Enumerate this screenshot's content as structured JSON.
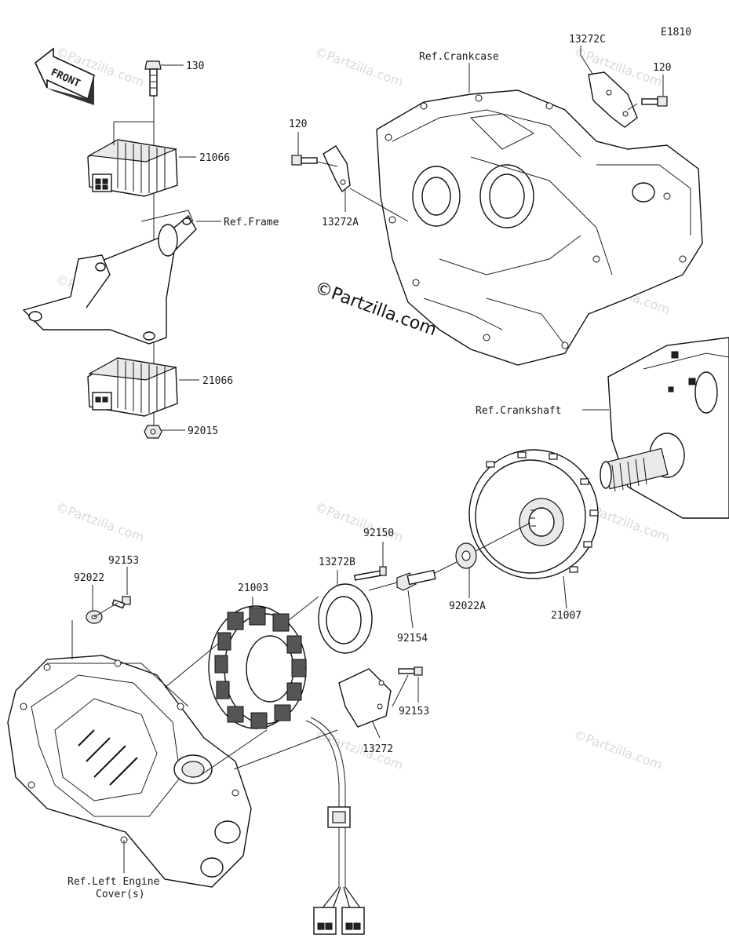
{
  "diagram_code": "E1810",
  "front_arrow_label": "FRONT",
  "copyright": "©Partzilla.com",
  "watermark": "©Partzilla.com",
  "labels": {
    "p130": "130",
    "p21066_top": "21066",
    "ref_frame": "Ref.Frame",
    "p21066_bottom": "21066",
    "p92015": "92015",
    "ref_crankcase": "Ref.Crankcase",
    "p13272c": "13272C",
    "p120_right": "120",
    "p120_left": "120",
    "p13272a": "13272A",
    "ref_crankshaft": "Ref.Crankshaft",
    "p92150": "92150",
    "p92153_left": "92153",
    "p92022": "92022",
    "p13272b": "13272B",
    "p21003": "21003",
    "p92154": "92154",
    "p92022a": "92022A",
    "p21007": "21007",
    "p92153_right": "92153",
    "p13272": "13272",
    "ref_left_cover_line1": "Ref.Left Engine",
    "ref_left_cover_line2": "Cover(s)"
  }
}
